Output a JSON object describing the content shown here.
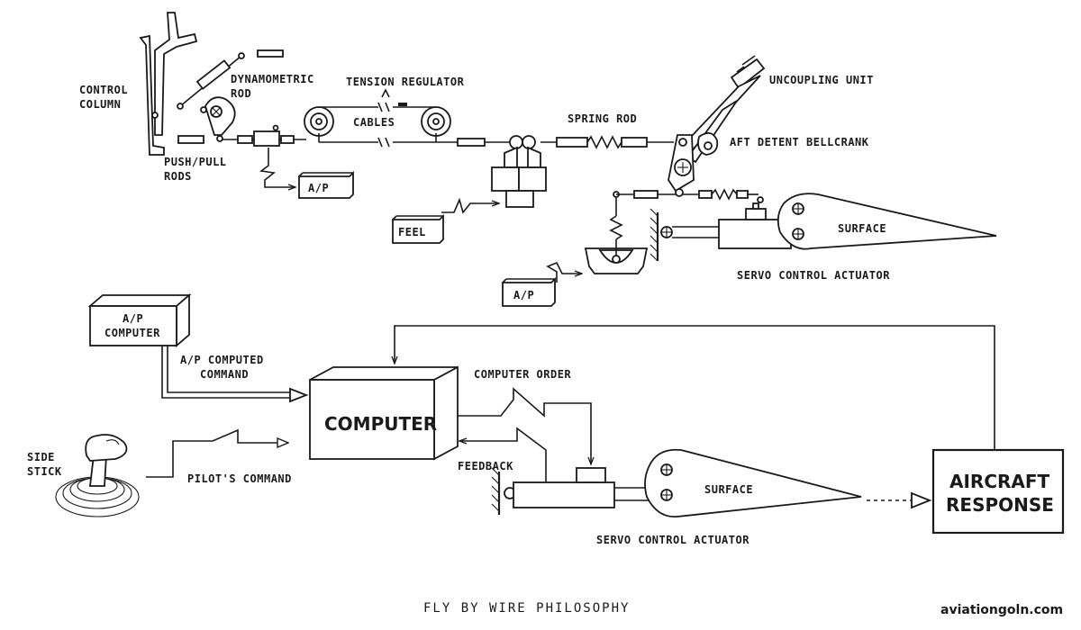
{
  "labels": {
    "control_column": [
      "CONTROL",
      "COLUMN"
    ],
    "dynamometric_rod": [
      "DYNAMOMETRIC",
      "ROD"
    ],
    "tension_regulator": "TENSION REGULATOR",
    "cables": "CABLES",
    "push_pull_rods": [
      "PUSH/PULL",
      "RODS"
    ],
    "ap_top": "A/P",
    "feel": "FEEL",
    "spring_rod": "SPRING ROD",
    "uncoupling_unit": "UNCOUPLING UNIT",
    "aft_detent_bellcrank": "AFT DETENT BELLCRANK",
    "surface_top": "SURFACE",
    "ap_bottom": "A/P",
    "servo_top": "SERVO CONTROL ACTUATOR",
    "ap_computer": [
      "A/P",
      "COMPUTER"
    ],
    "ap_computed_command": [
      "A/P COMPUTED",
      "COMMAND"
    ],
    "computer": "COMPUTER",
    "computer_order": "COMPUTER ORDER",
    "feedback": "FEEDBACK",
    "side_stick": [
      "SIDE",
      "STICK"
    ],
    "pilots_command": "PILOT'S COMMAND",
    "surface_bottom": "SURFACE",
    "servo_bottom": "SERVO CONTROL ACTUATOR",
    "aircraft_response": [
      "AIRCRAFT",
      "RESPONSE"
    ]
  },
  "caption": "FLY BY WIRE PHILOSOPHY",
  "watermark": "aviationgoln.com"
}
